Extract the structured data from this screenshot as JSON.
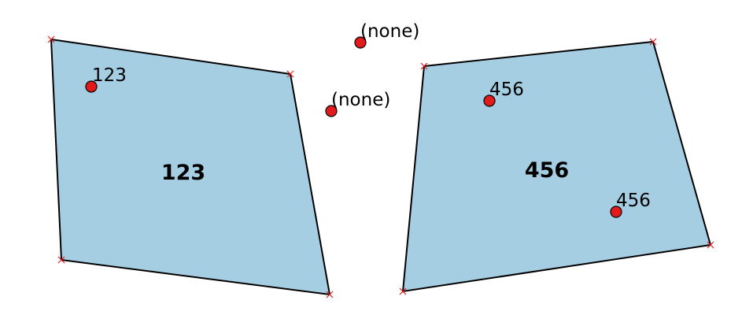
{
  "map": {
    "polygon_fill": "#a6cee3",
    "polygon_stroke": "#000000",
    "vertex_marker_color": "#e31a1c",
    "point_fill": "#e31a1c",
    "point_stroke": "#000000",
    "polygons": [
      {
        "label": "123"
      },
      {
        "label": "456"
      }
    ],
    "points": [
      {
        "label": "123"
      },
      {
        "label": "(none)"
      },
      {
        "label": "(none)"
      },
      {
        "label": "456"
      },
      {
        "label": "456"
      }
    ]
  }
}
